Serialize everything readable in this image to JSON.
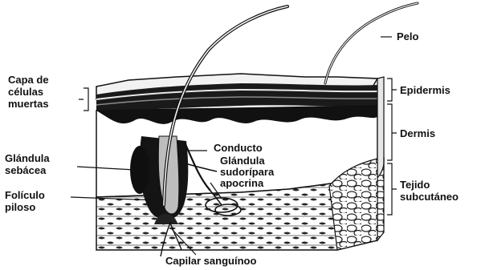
{
  "labels": {
    "pelo": "Pelo",
    "epidermis": "Epidermis",
    "dermis": "Dermis",
    "tejido_1": "Tejido",
    "tejido_2": "subcutáneo",
    "capa_1": "Capa de",
    "capa_2": "células",
    "capa_3": "muertas",
    "glandula_seb_1": "Glándula",
    "glandula_seb_2": "sebácea",
    "foliculo_1": "Folículo",
    "foliculo_2": "piloso",
    "conducto": "Conducto",
    "glandula_sud_1": "Glándula",
    "glandula_sud_2": "sudorípara",
    "glandula_sud_3": "apocrina",
    "capilar": "Capilar sanguínoo"
  }
}
